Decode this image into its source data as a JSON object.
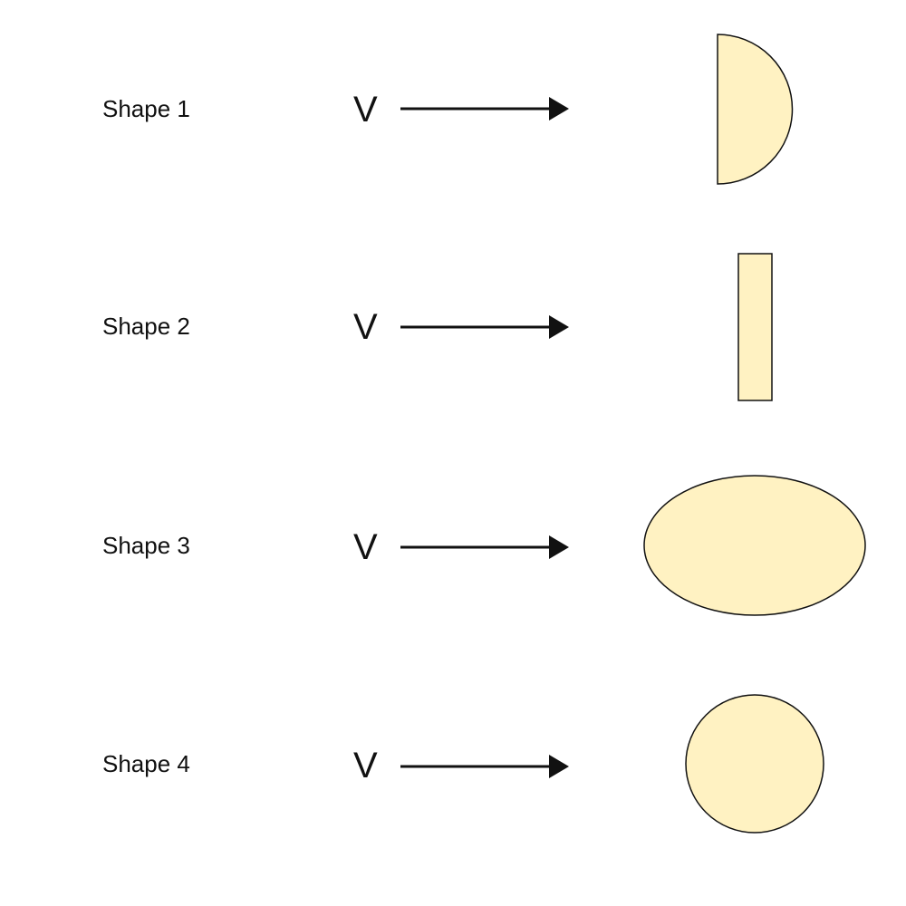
{
  "colors": {
    "shape_fill": "#FFF2C2",
    "shape_stroke": "#111111",
    "text": "#111111",
    "arrow": "#111111"
  },
  "rows": [
    {
      "label": "Shape 1",
      "velocity_label": "V",
      "shape": "half-disc"
    },
    {
      "label": "Shape 2",
      "velocity_label": "V",
      "shape": "thin-rectangle"
    },
    {
      "label": "Shape 3",
      "velocity_label": "V",
      "shape": "ellipse"
    },
    {
      "label": "Shape 4",
      "velocity_label": "V",
      "shape": "circle"
    }
  ]
}
